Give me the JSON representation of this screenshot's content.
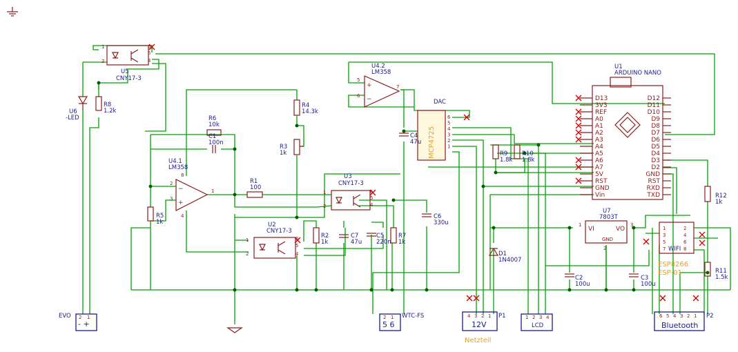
{
  "components": {
    "u1": {
      "ref": "U1",
      "value": "ARDUINO NANO",
      "left_pins": [
        "D13",
        "3V3",
        "REF",
        "A0",
        "A1",
        "A2",
        "A3",
        "A4",
        "A5",
        "A6",
        "A7",
        "5V",
        "RST",
        "GND",
        "Vin"
      ],
      "right_pins": [
        "D12",
        "D11",
        "D10",
        "D9",
        "D8",
        "D7",
        "D6",
        "D5",
        "D4",
        "D3",
        "D2",
        "GND",
        "RST",
        "RXD",
        "TXD"
      ]
    },
    "u42": {
      "ref": "U4.2",
      "value": "LM358",
      "pins": [
        "5",
        "6",
        "7"
      ]
    },
    "u41": {
      "ref": "U4.1",
      "value": "LM358",
      "pins": [
        "2",
        "3",
        "1",
        "8",
        "4"
      ]
    },
    "u5": {
      "ref": "U5",
      "value": "CNY17-3",
      "pins": [
        "1",
        "2",
        "6",
        "5",
        "4"
      ]
    },
    "u3": {
      "ref": "U3",
      "value": "CNY17-3",
      "pins": [
        "1",
        "2",
        "6",
        "5",
        "4"
      ]
    },
    "u2": {
      "ref": "U2",
      "value": "CNY17-3",
      "pins": [
        "1",
        "2",
        "6",
        "5",
        "4"
      ]
    },
    "u6": {
      "ref": "U6",
      "value": "-LED"
    },
    "u7": {
      "ref": "U7",
      "value": "7803T",
      "vi": "VI",
      "vo": "VO",
      "gnd": "GND",
      "pins": [
        "1",
        "3",
        "2"
      ]
    },
    "dac": {
      "title": "DAC",
      "chip": "MCP4725",
      "pins": [
        "6",
        "5",
        "4",
        "3",
        "2",
        "1"
      ]
    },
    "esp": {
      "label": "WIFI",
      "name1": "ESP8266",
      "name2": "ESP-01",
      "pins": [
        "1",
        "3",
        "5",
        "7",
        "2",
        "4",
        "6",
        "8"
      ]
    },
    "r1": {
      "ref": "R1",
      "value": "100"
    },
    "r2": {
      "ref": "R2",
      "value": "1k"
    },
    "r3": {
      "ref": "R3",
      "value": "1k"
    },
    "r4": {
      "ref": "R4",
      "value": "14.3k"
    },
    "r5": {
      "ref": "R5",
      "value": "1k"
    },
    "r6": {
      "ref": "R6",
      "value": "10k"
    },
    "r7": {
      "ref": "R7",
      "value": "1k"
    },
    "r8": {
      "ref": "R8",
      "value": "1.2k"
    },
    "r9": {
      "ref": "R9",
      "value": "1.8k"
    },
    "r10": {
      "ref": "R10",
      "value": "1.8k"
    },
    "r11": {
      "ref": "R11",
      "value": "1.5k"
    },
    "r12": {
      "ref": "R12",
      "value": "1k"
    },
    "c1": {
      "ref": "C1",
      "value": "100n"
    },
    "c2": {
      "ref": "C2",
      "value": "100u"
    },
    "c3": {
      "ref": "C3",
      "value": "100u"
    },
    "c4": {
      "ref": "C4",
      "value": "47u"
    },
    "c5": {
      "ref": "C5",
      "value": "220n"
    },
    "c6": {
      "ref": "C6",
      "value": "330u"
    },
    "c7": {
      "ref": "C7",
      "value": "47u"
    },
    "d1": {
      "ref": "D1",
      "value": "1N4007"
    }
  },
  "connectors": {
    "evo": {
      "ref": "EVO",
      "pins": [
        "2",
        "1"
      ],
      "face": "-  +"
    },
    "wtc": {
      "ref": "WTC-FS",
      "pins": [
        "2",
        "1"
      ],
      "face": "5 6"
    },
    "p1": {
      "ref": "P1",
      "pins": [
        "4",
        "3",
        "2",
        "1"
      ],
      "face": "12V",
      "note": "Netzteil"
    },
    "lcd": {
      "pins": [
        "1",
        "2",
        "3",
        "4"
      ],
      "face": "LCD"
    },
    "p2": {
      "ref": "P2",
      "pins": [
        "6",
        "5",
        "4",
        "3",
        "2",
        "1"
      ],
      "face": "Bluetooth"
    }
  }
}
